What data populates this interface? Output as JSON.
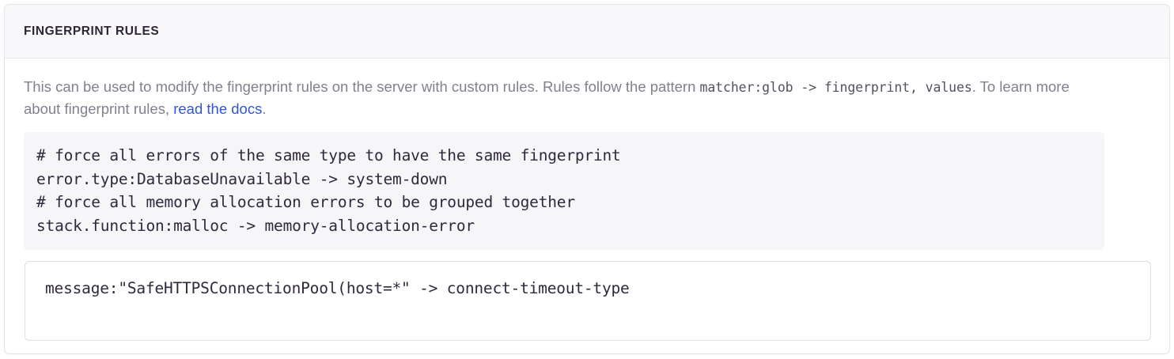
{
  "panel": {
    "title": "FINGERPRINT RULES"
  },
  "description": {
    "part1": "This can be used to modify the fingerprint rules on the server with custom rules. Rules follow the pattern ",
    "inline_code": "matcher:glob -> fingerprint, values",
    "part2": ". To learn more about fingerprint rules, ",
    "link_text": "read the docs",
    "part3": "."
  },
  "example_code": {
    "lines": [
      "# force all errors of the same type to have the same fingerprint",
      "error.type:DatabaseUnavailable -> system-down",
      "# force all memory allocation errors to be grouped together",
      "stack.function:malloc -> memory-allocation-error"
    ]
  },
  "rules_editor": {
    "value": "message:\"SafeHTTPSConnectionPool(host=*\" -> connect-timeout-type",
    "placeholder": ""
  },
  "colors": {
    "panel_border": "#e4e4ec",
    "header_bg": "#f8f8fa",
    "title_text": "#2f2537",
    "description_text": "#80808f",
    "link": "#3055d8",
    "code_block_bg": "#f6f6f9",
    "code_text": "#30283c",
    "input_border": "#dddde6"
  }
}
